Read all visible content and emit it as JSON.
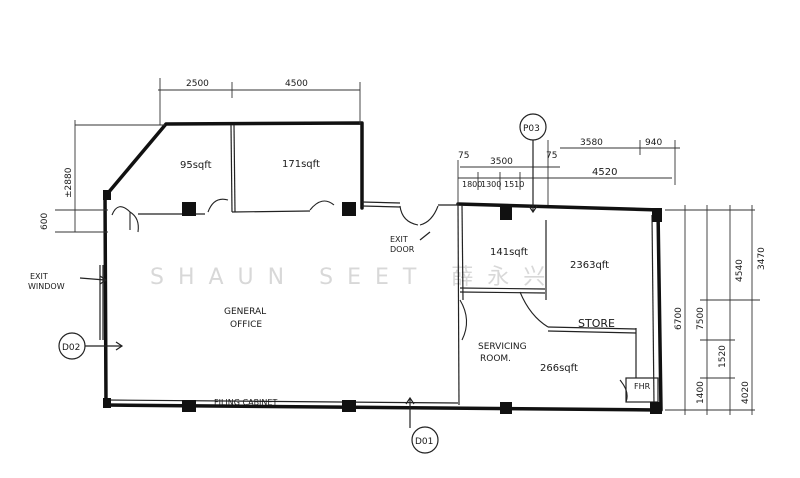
{
  "dimensions": {
    "top": [
      "2500",
      "4500"
    ],
    "left": [
      "±2880",
      "600"
    ],
    "right_top": [
      "3580",
      "940"
    ],
    "right_mid": [
      "75",
      "3500",
      "75",
      "4520"
    ],
    "right_small": [
      "1800",
      "1300",
      "1510"
    ],
    "right_vertical": [
      "3470",
      "4540",
      "6700",
      "7500",
      "1520",
      "1400",
      "4020"
    ]
  },
  "rooms": {
    "r1": "95sqft",
    "r2": "171sqft",
    "r3": "141sqft",
    "r4": "2363qft",
    "general_line1": "GENERAL",
    "general_line2": "OFFICE",
    "serving_line1": "SERVICING",
    "serving_line2": "ROOM.",
    "serving_area": "266sqft",
    "store": "STORE",
    "fhr": "FHR"
  },
  "labels": {
    "exit_door_line1": "EXIT",
    "exit_door_line2": "DOOR",
    "exit_window_line1": "EXIT",
    "exit_window_line2": "WINDOW",
    "filing": "FILING  CABINET"
  },
  "markers": {
    "p03": "P03",
    "d02": "D02",
    "d01": "D01"
  },
  "watermark": "SHAUN SEET  薛永兴"
}
